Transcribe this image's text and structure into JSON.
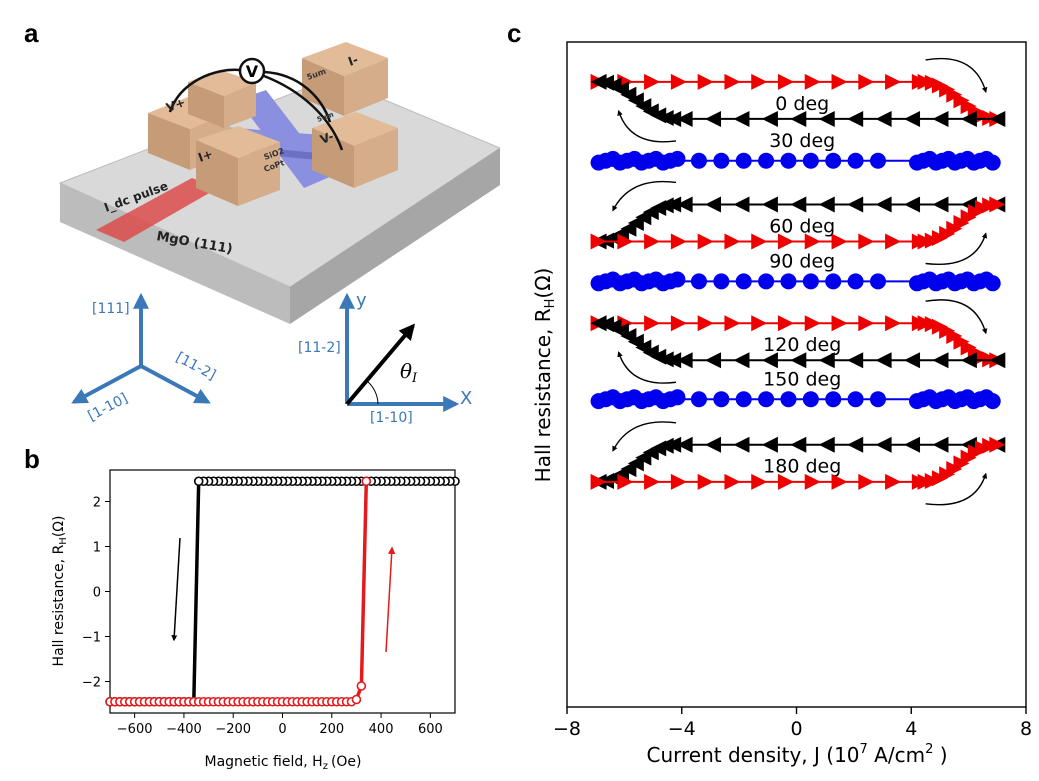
{
  "panel_labels": {
    "a": "a",
    "b": "b",
    "c": "c"
  },
  "schematic": {
    "voltmeter": "V",
    "pad_labels": {
      "v_plus": "V+",
      "v_minus": "V-",
      "i_plus": "I+",
      "i_minus": "I-"
    },
    "bar_labels": {
      "line1": "5um",
      "line2": "5um",
      "layer1": "SiO2",
      "layer2": "CoPt"
    },
    "pulse_label": "I_dc pulse",
    "substrate_label": "MgO (111)",
    "crystal_axes": {
      "up": "[111]",
      "right": "[11-2]",
      "left": "[1-10]"
    },
    "lab_axes": {
      "y": "y",
      "x": "X",
      "y_dir": "[11-2]",
      "x_dir": "[1-10]",
      "angle": "θ",
      "angle_sub": "I"
    }
  },
  "chart_data": [
    {
      "type": "scatter",
      "xlabel": "Magnetic field, H",
      "xlabel_sub": "z",
      "xlabel_unit": "(Oe)",
      "ylabel": "Hall resistance, R",
      "ylabel_sub": "H",
      "ylabel_unit": "(Ω)",
      "xlim": [
        -700,
        700
      ],
      "ylim": [
        -2.7,
        2.7
      ],
      "xticks": [
        "−600",
        "−400",
        "−200",
        "0",
        "200",
        "400",
        "600"
      ],
      "xtick_values": [
        -600,
        -400,
        -200,
        0,
        200,
        400,
        600
      ],
      "yticks": [
        "−2",
        "−1",
        "0",
        "1",
        "2"
      ],
      "ytick_values": [
        -2,
        -1,
        0,
        1,
        2
      ],
      "colors": {
        "down_sweep": "#000000",
        "up_sweep": "#e41a1c"
      },
      "series": [
        {
          "x": [
            700,
            680,
            660,
            640,
            620,
            600,
            580,
            560,
            540,
            520,
            500,
            480,
            460,
            440,
            420,
            400,
            380,
            360,
            340,
            320,
            300,
            280,
            260,
            240,
            220,
            200,
            180,
            160,
            140,
            120,
            100,
            80,
            60,
            40,
            20,
            0,
            -20,
            -40,
            -60,
            -80,
            -100,
            -120,
            -140,
            -160,
            -180,
            -200,
            -220,
            -240,
            -260,
            -280,
            -300,
            -320,
            -340,
            -360,
            -380,
            -400,
            -420,
            -440,
            -460,
            -480,
            -500,
            -520,
            -540,
            -560,
            -580,
            -600,
            -620,
            -640,
            -660,
            -680,
            -700
          ],
          "y": [
            2.45,
            2.45,
            2.45,
            2.45,
            2.45,
            2.45,
            2.45,
            2.45,
            2.45,
            2.45,
            2.45,
            2.45,
            2.45,
            2.45,
            2.45,
            2.45,
            2.45,
            2.45,
            2.45,
            2.45,
            2.45,
            2.45,
            2.45,
            2.45,
            2.45,
            2.45,
            2.45,
            2.45,
            2.45,
            2.45,
            2.45,
            2.45,
            2.45,
            2.45,
            2.45,
            2.45,
            2.45,
            2.45,
            2.45,
            2.45,
            2.45,
            2.45,
            2.45,
            2.45,
            2.45,
            2.45,
            2.45,
            2.45,
            2.45,
            2.45,
            2.45,
            2.45,
            2.45,
            -2.45,
            -2.45,
            -2.45,
            -2.45,
            -2.45,
            -2.45,
            -2.45,
            -2.45,
            -2.45,
            -2.45,
            -2.45,
            -2.45,
            -2.45,
            -2.45,
            -2.45,
            -2.45,
            -2.45,
            -2.45
          ]
        },
        {
          "x": [
            -700,
            -680,
            -660,
            -640,
            -620,
            -600,
            -580,
            -560,
            -540,
            -520,
            -500,
            -480,
            -460,
            -440,
            -420,
            -400,
            -380,
            -360,
            -340,
            -320,
            -300,
            -280,
            -260,
            -240,
            -220,
            -200,
            -180,
            -160,
            -140,
            -120,
            -100,
            -80,
            -60,
            -40,
            -20,
            0,
            20,
            40,
            60,
            80,
            100,
            120,
            140,
            160,
            180,
            200,
            220,
            240,
            260,
            280,
            300,
            320,
            340
          ],
          "y": [
            -2.45,
            -2.45,
            -2.45,
            -2.45,
            -2.45,
            -2.45,
            -2.45,
            -2.45,
            -2.45,
            -2.45,
            -2.45,
            -2.45,
            -2.45,
            -2.45,
            -2.45,
            -2.45,
            -2.45,
            -2.45,
            -2.45,
            -2.45,
            -2.45,
            -2.45,
            -2.45,
            -2.45,
            -2.45,
            -2.45,
            -2.45,
            -2.45,
            -2.45,
            -2.45,
            -2.45,
            -2.45,
            -2.45,
            -2.45,
            -2.45,
            -2.45,
            -2.45,
            -2.45,
            -2.45,
            -2.45,
            -2.45,
            -2.45,
            -2.45,
            -2.45,
            -2.45,
            -2.45,
            -2.45,
            -2.45,
            -2.45,
            -2.45,
            -2.4,
            -2.1,
            2.45
          ]
        }
      ]
    },
    {
      "type": "line",
      "xlabel": "Current density, J (10",
      "xlabel_sup": "7",
      "xlabel_unit": " A/cm",
      "xlabel_unit_sup": "2",
      "xlabel_end": " )",
      "ylabel": "Hall resistance, R",
      "ylabel_sub": "H",
      "ylabel_unit": "(Ω)",
      "xlim": [
        -8,
        8
      ],
      "ylim": [
        0,
        7
      ],
      "xticks": [
        "−8",
        "−4",
        "0",
        "4",
        "8"
      ],
      "xtick_values": [
        -8,
        -4,
        0,
        4,
        8
      ],
      "colors": {
        "red": "#ee0000",
        "black": "#000000",
        "blue": "#0000ee"
      },
      "traces": [
        {
          "label": "0 deg",
          "mode": "hyst",
          "upper_color": "red",
          "lower_color": "black",
          "lower_start": "left",
          "upper_y": 6.58,
          "lower_y": 6.19,
          "label_y": 6.36
        },
        {
          "label": "30 deg",
          "mode": "flat",
          "y": 5.75,
          "label_y": 5.97
        },
        {
          "label": "60 deg",
          "mode": "hyst",
          "upper_color": "black",
          "lower_color": "red",
          "lower_start": "right",
          "upper_y": 5.29,
          "lower_y": 4.9,
          "label_y": 5.07
        },
        {
          "label": "90 deg",
          "mode": "flat",
          "y": 4.48,
          "label_y": 4.7
        },
        {
          "label": "120 deg",
          "mode": "hyst",
          "upper_color": "red",
          "lower_color": "black",
          "lower_start": "left",
          "upper_y": 4.04,
          "lower_y": 3.65,
          "label_y": 3.82
        },
        {
          "label": "150 deg",
          "mode": "flat",
          "y": 3.24,
          "label_y": 3.46
        },
        {
          "label": "180 deg",
          "mode": "hyst",
          "upper_color": "black",
          "lower_color": "red",
          "lower_start": "right",
          "upper_y": 2.76,
          "lower_y": 2.37,
          "label_y": 2.54
        }
      ]
    }
  ]
}
